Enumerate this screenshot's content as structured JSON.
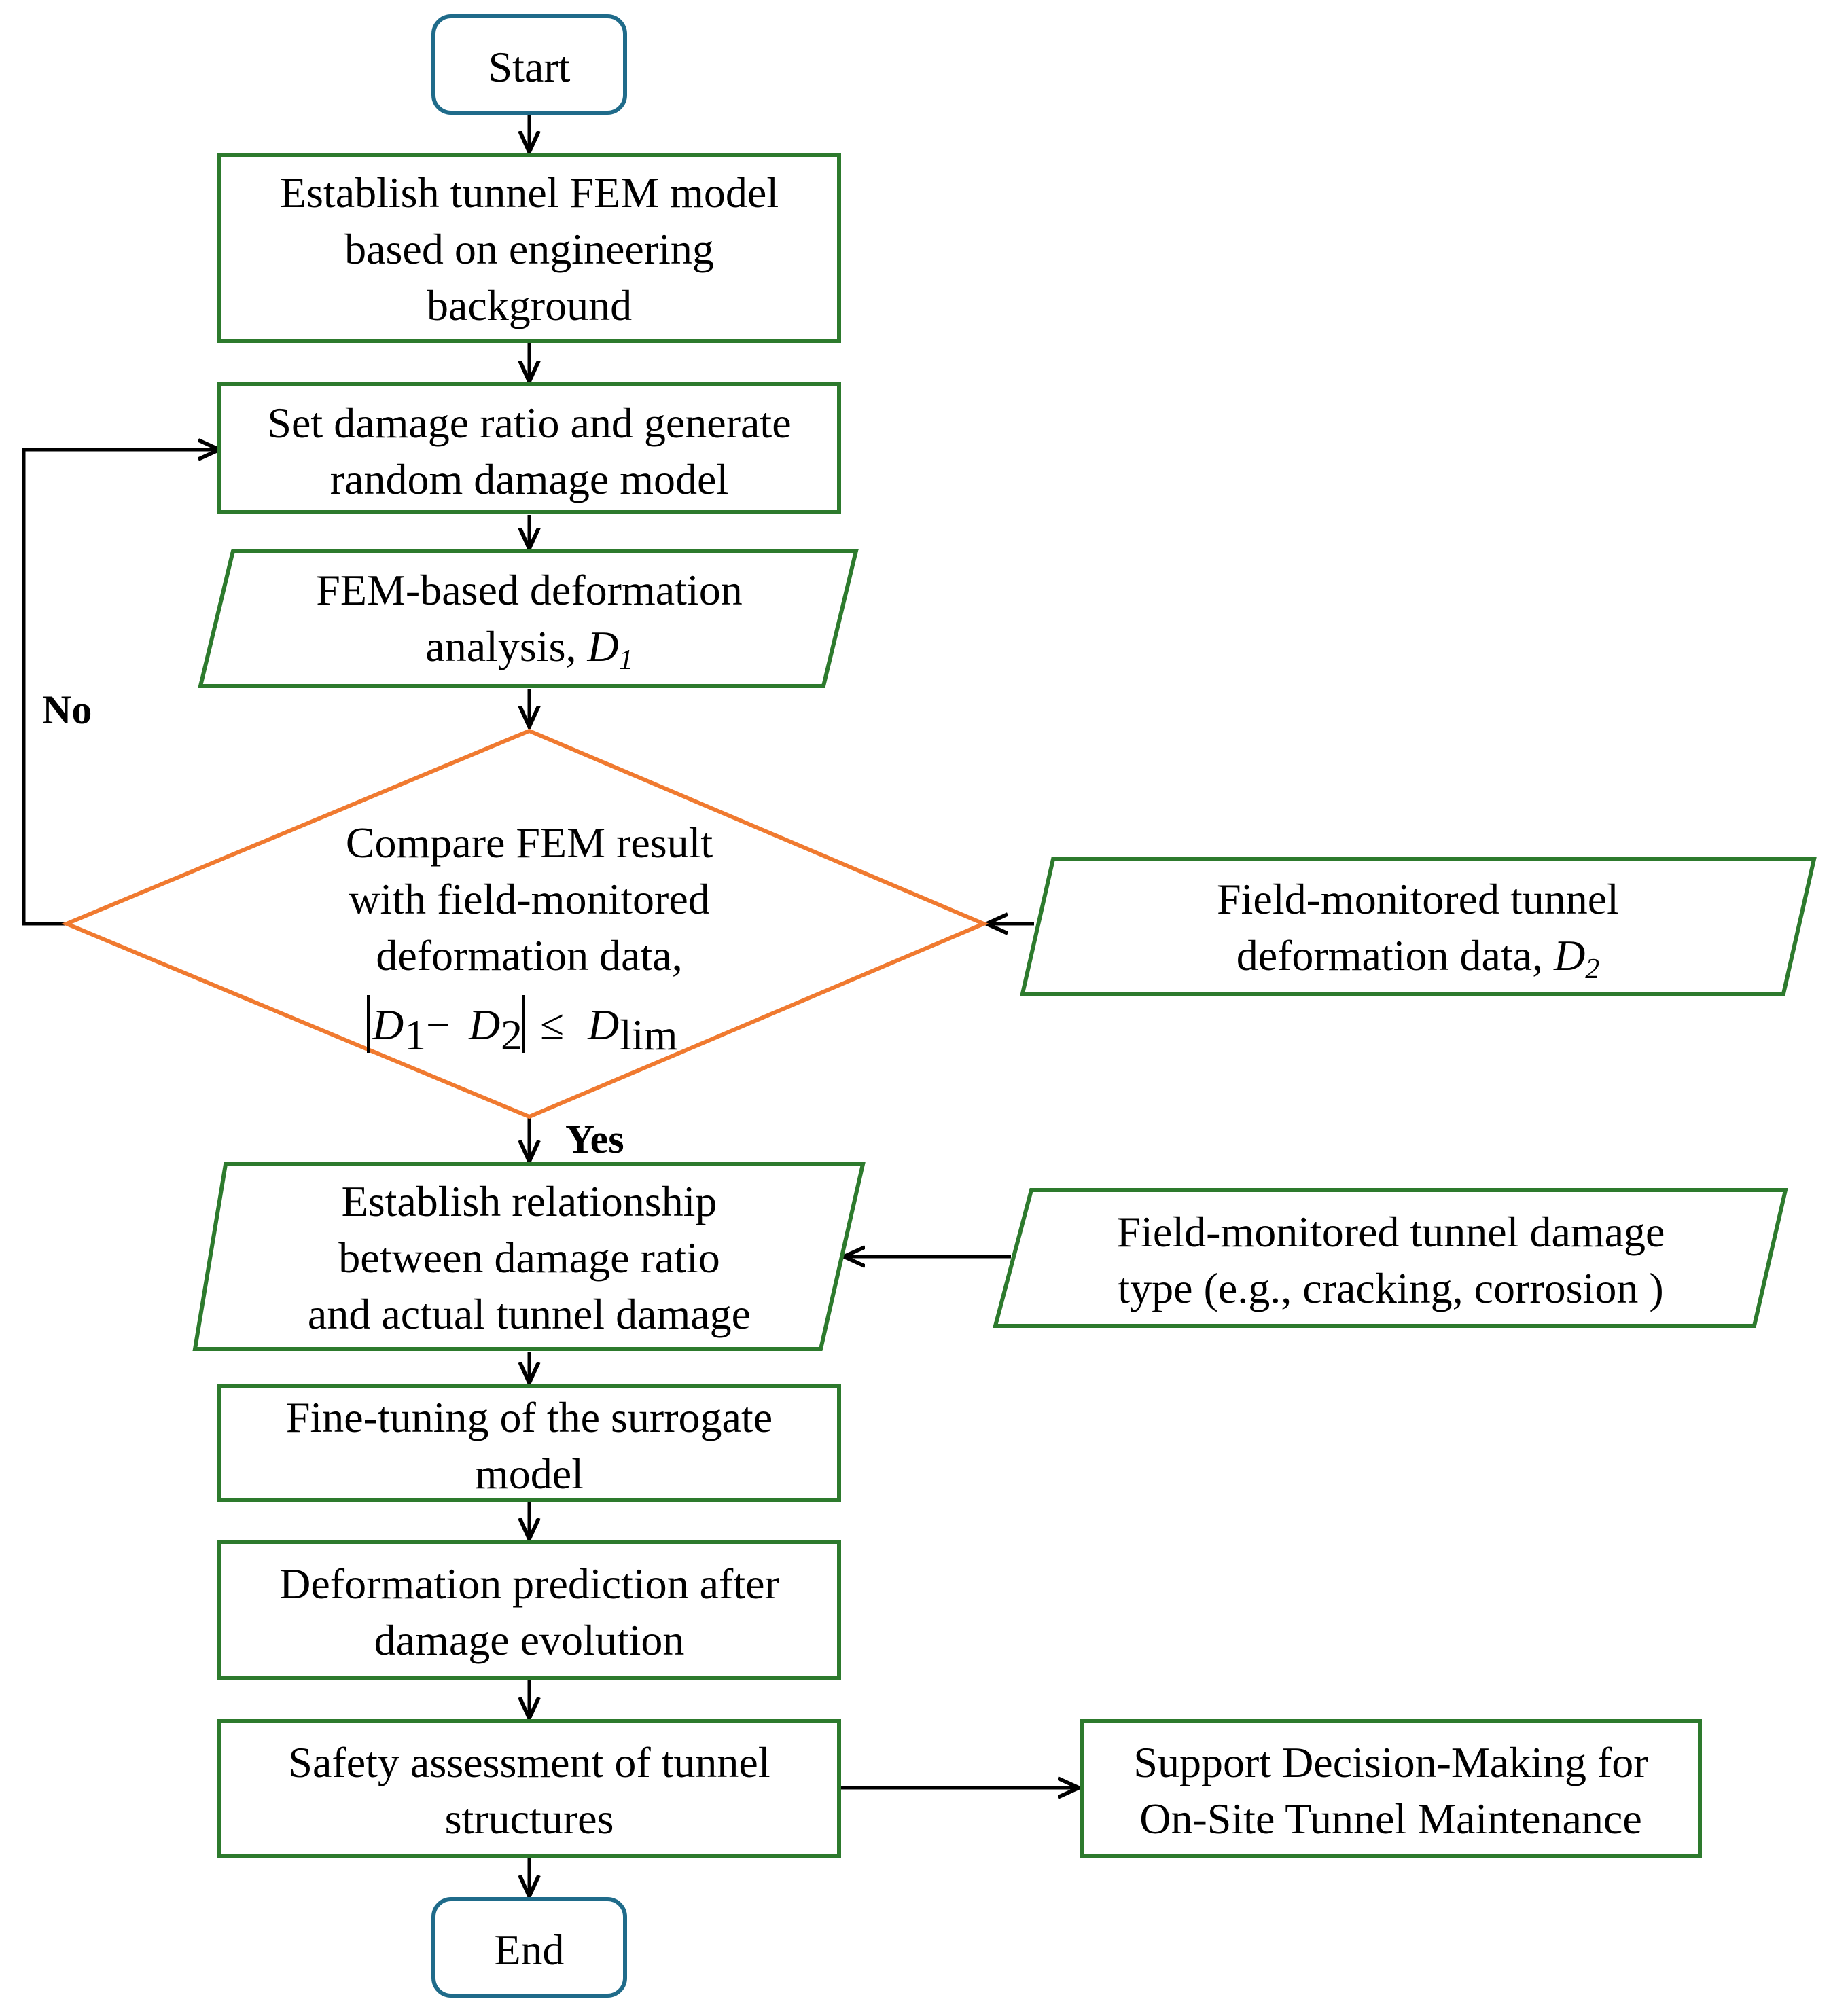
{
  "colors": {
    "terminal_border": "#1f6b8a",
    "process_border": "#2d7a2d",
    "decision_border": "#f07a30",
    "arrow": "#000000",
    "text": "#000000"
  },
  "nodes": {
    "start": {
      "label": "Start"
    },
    "establish_fem": {
      "lines": [
        "Establish tunnel FEM model",
        "based on engineering",
        "background"
      ]
    },
    "set_damage": {
      "lines": [
        "Set damage ratio and generate",
        "random damage model"
      ]
    },
    "fem_analysis": {
      "line1": "FEM-based deformation",
      "line2_text": "analysis, ",
      "line2_var": "D",
      "line2_sub": "1"
    },
    "compare": {
      "lines": [
        "Compare FEM result",
        "with field-monitored",
        "deformation data,"
      ],
      "formula": "|D1 − D2| ≤ Dlim"
    },
    "field_deformation": {
      "line1": "Field-monitored tunnel",
      "line2_text": "deformation data, ",
      "line2_var": "D",
      "line2_sub": "2"
    },
    "relationship": {
      "lines": [
        "Establish relationship",
        "between damage ratio",
        "and actual tunnel damage"
      ]
    },
    "field_damage": {
      "lines": [
        "Field-monitored tunnel damage",
        "type (e.g., cracking, corrosion )"
      ]
    },
    "fine_tuning": {
      "lines": [
        "Fine-tuning of the surrogate",
        "model"
      ]
    },
    "deformation_prediction": {
      "lines": [
        "Deformation prediction after",
        "damage evolution"
      ]
    },
    "safety": {
      "lines": [
        "Safety assessment of tunnel",
        "structures"
      ]
    },
    "support": {
      "lines": [
        "Support Decision-Making for",
        "On-Site Tunnel Maintenance"
      ]
    },
    "end": {
      "label": "End"
    }
  },
  "edge_labels": {
    "no": "No",
    "yes": "Yes"
  }
}
